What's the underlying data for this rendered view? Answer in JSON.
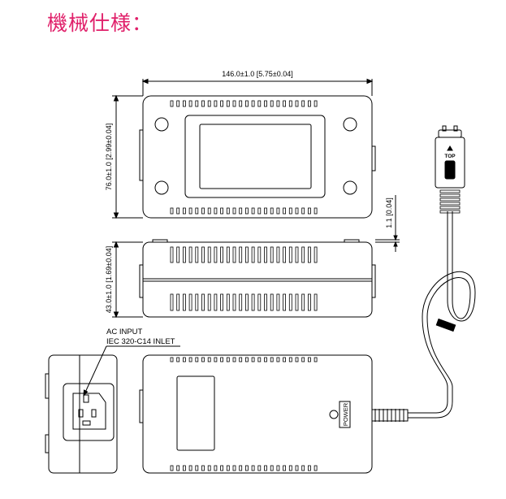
{
  "title": "機械仕様：",
  "title_color": "#e0206a",
  "line_color": "#000000",
  "dimensions": {
    "width": "146.0±1.0 [5.75±0.04]",
    "height": "76.0±1.0 [2.99±0.04]",
    "thickness": "43.0±1.0 [1.69±0.04]",
    "foot": "1.1 [0.04]"
  },
  "labels": {
    "ac_input": "AC INPUT",
    "inlet": "IEC 320-C14 INLET",
    "power": "POWER",
    "top": "TOP"
  }
}
